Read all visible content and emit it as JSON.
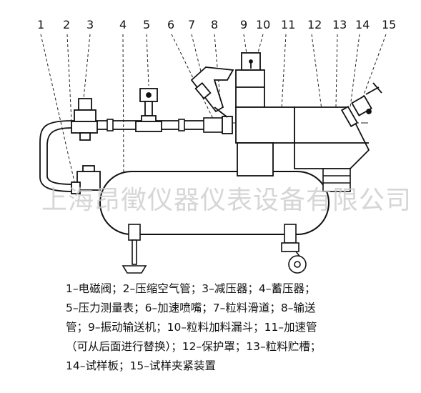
{
  "callouts": [
    "1",
    "2",
    "3",
    "4",
    "5",
    "6",
    "7",
    "8",
    "9",
    "10",
    "11",
    "12",
    "13",
    "14",
    "15"
  ],
  "watermark": "上海昂徵仪器仪表设备有限公司",
  "legend_lines": [
    "1–电磁阀；2–压缩空气管；3–减压器；4–蓄压器；",
    "5–压力测量表；6–加速喷嘴；7–粒料滑道；8–输送",
    "管；9–振动输送机；10–粒料加料漏斗；11–加速管",
    "（可从后面进行替换）；12–保护罩；13–粒料贮槽；",
    "14–试样板；15–试样夹紧装置"
  ]
}
